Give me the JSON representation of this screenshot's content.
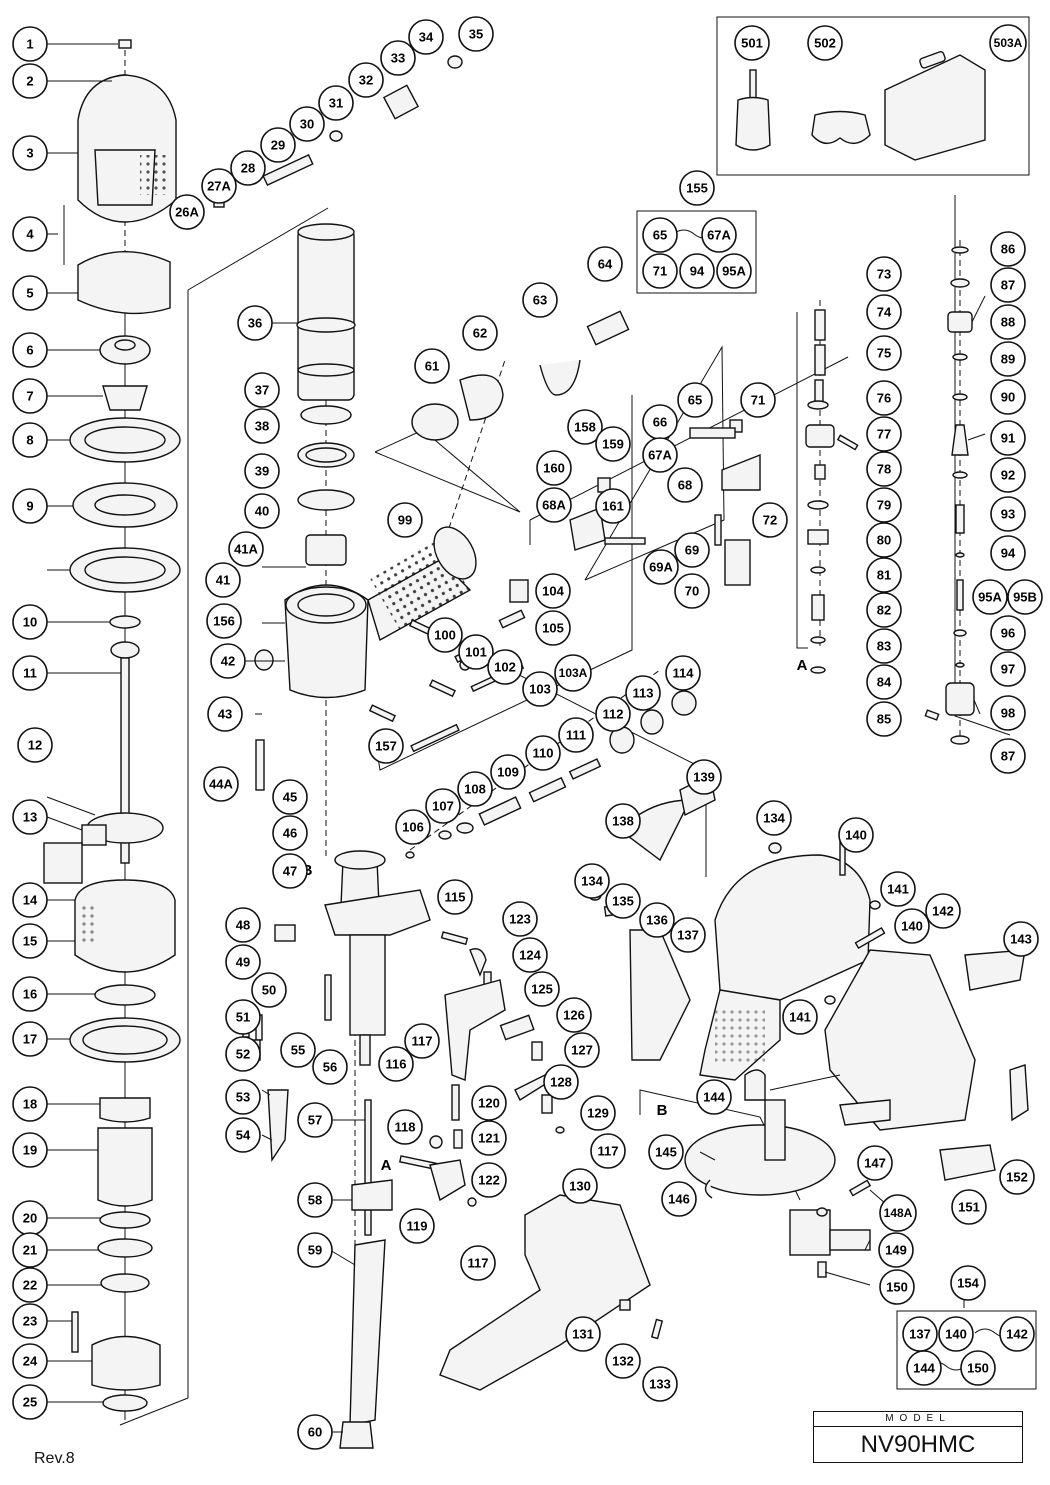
{
  "revision": "Rev.8",
  "model": {
    "label": "MODEL",
    "name": "NV90HMC"
  },
  "section_marks": [
    "A",
    "B"
  ],
  "callouts": [
    "1",
    "2",
    "3",
    "4",
    "5",
    "6",
    "7",
    "8",
    "9",
    "10",
    "11",
    "12",
    "13",
    "14",
    "15",
    "16",
    "17",
    "18",
    "19",
    "20",
    "21",
    "22",
    "23",
    "24",
    "25",
    "26A",
    "27A",
    "28",
    "29",
    "30",
    "31",
    "32",
    "33",
    "34",
    "35",
    "36",
    "37",
    "38",
    "39",
    "40",
    "41A",
    "41",
    "42",
    "43",
    "44A",
    "45",
    "46",
    "47",
    "48",
    "49",
    "50",
    "51",
    "52",
    "53",
    "54",
    "55",
    "56",
    "57",
    "58",
    "59",
    "60",
    "61",
    "62",
    "63",
    "64",
    "65",
    "66",
    "67A",
    "68",
    "68A",
    "69",
    "69A",
    "70",
    "71",
    "72",
    "73",
    "74",
    "75",
    "76",
    "77",
    "78",
    "79",
    "80",
    "81",
    "82",
    "83",
    "84",
    "85",
    "86",
    "87",
    "88",
    "89",
    "90",
    "91",
    "92",
    "93",
    "94",
    "95A",
    "95B",
    "96",
    "97",
    "98",
    "99",
    "100",
    "101",
    "102",
    "103",
    "103A",
    "104",
    "105",
    "106",
    "107",
    "108",
    "109",
    "110",
    "111",
    "112",
    "113",
    "114",
    "115",
    "116",
    "117",
    "118",
    "119",
    "120",
    "121",
    "122",
    "123",
    "124",
    "125",
    "126",
    "127",
    "128",
    "129",
    "130",
    "131",
    "132",
    "133",
    "134",
    "135",
    "136",
    "137",
    "138",
    "139",
    "140",
    "141",
    "142",
    "143",
    "144",
    "145",
    "146",
    "147",
    "148A",
    "149",
    "150",
    "151",
    "152",
    "154",
    "155",
    "156",
    "157",
    "158",
    "159",
    "160",
    "161",
    "501",
    "502",
    "503A"
  ],
  "kits": {
    "k155": {
      "id": "155",
      "range_start": "65",
      "range_end": "67A",
      "items": [
        "71",
        "94",
        "95A"
      ]
    },
    "k154": {
      "id": "154",
      "range1_start": "137",
      "range1_mid": "140",
      "range1_end": "142",
      "range2_start": "144",
      "range2_end": "150"
    }
  }
}
